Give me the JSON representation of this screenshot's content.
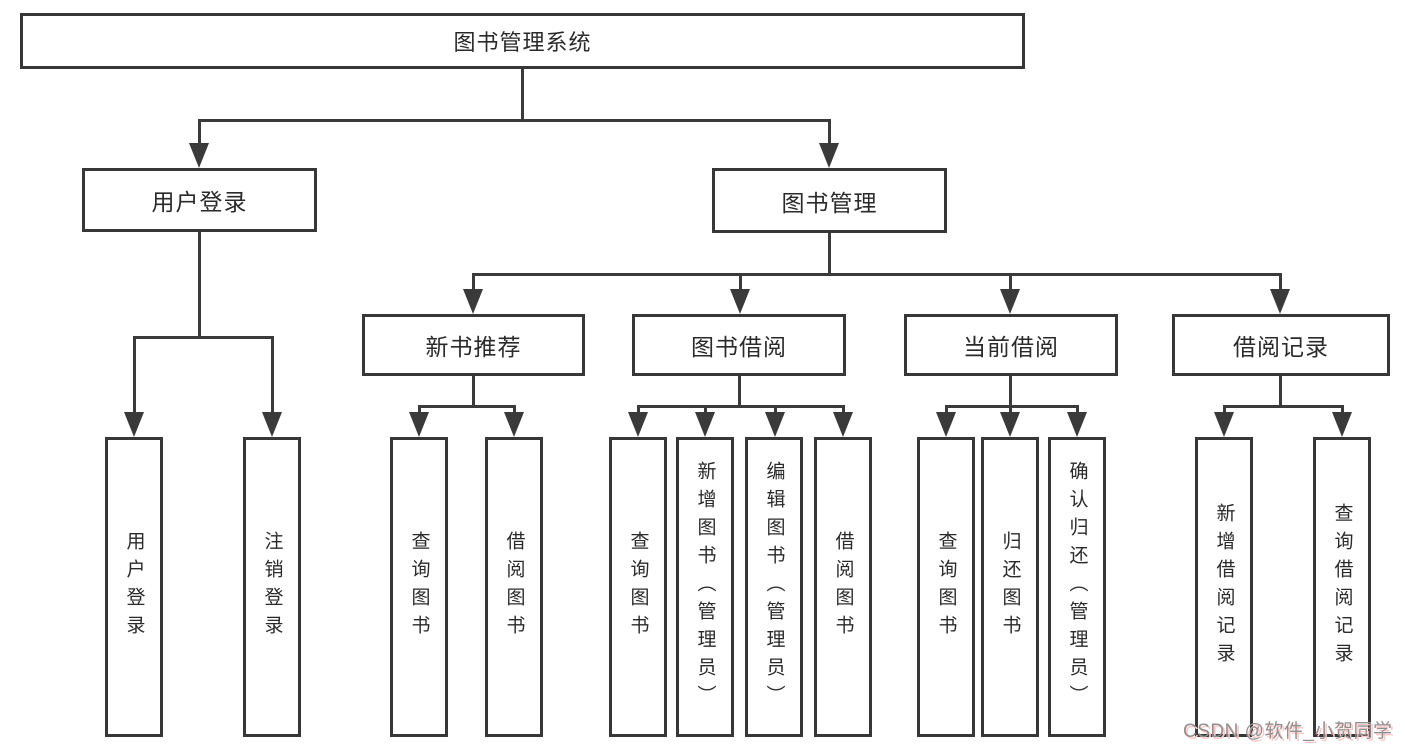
{
  "diagram": {
    "root": {
      "label": "图书管理系统"
    },
    "branches": [
      {
        "label": "用户登录",
        "children": [
          {
            "label": "用户登录"
          },
          {
            "label": "注销登录"
          }
        ]
      },
      {
        "label": "图书管理",
        "children": [
          {
            "label": "新书推荐",
            "children": [
              {
                "label": "查询图书"
              },
              {
                "label": "借阅图书"
              }
            ]
          },
          {
            "label": "图书借阅",
            "children": [
              {
                "label": "查询图书"
              },
              {
                "label": "新增图书（管理员）"
              },
              {
                "label": "编辑图书（管理员）"
              },
              {
                "label": "借阅图书"
              }
            ]
          },
          {
            "label": "当前借阅",
            "children": [
              {
                "label": "查询图书"
              },
              {
                "label": "归还图书"
              },
              {
                "label": "确认归还（管理员）"
              }
            ]
          },
          {
            "label": "借阅记录",
            "children": [
              {
                "label": "新增借阅记录"
              },
              {
                "label": "查询借阅记录"
              }
            ]
          }
        ]
      }
    ]
  },
  "watermark": {
    "text": "CSDN @软件_小贺同学"
  },
  "colors": {
    "line": "#3a3a3a",
    "border": "#373737",
    "text": "#2a2a2a",
    "watermark_text": "#8f8f8f",
    "watermark_shadow": "#ffc6c6"
  }
}
